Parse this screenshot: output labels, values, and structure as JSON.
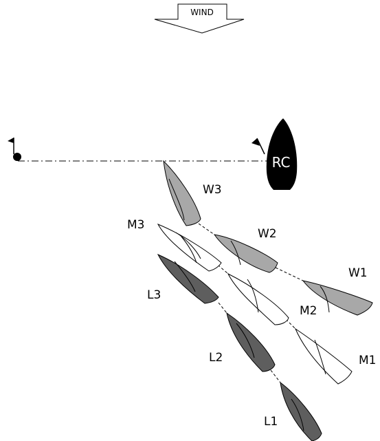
{
  "wind_label": "WIND",
  "committee_boat_label": "RC",
  "boats": [
    {
      "id": "W1",
      "label": "W1",
      "color": "#a8a8a8"
    },
    {
      "id": "W2",
      "label": "W2",
      "color": "#a8a8a8"
    },
    {
      "id": "W3",
      "label": "W3",
      "color": "#a8a8a8"
    },
    {
      "id": "M1",
      "label": "M1",
      "color": "#ffffff"
    },
    {
      "id": "M2",
      "label": "M2",
      "color": "#ffffff"
    },
    {
      "id": "M3",
      "label": "M3",
      "color": "#ffffff"
    },
    {
      "id": "L1",
      "label": "L1",
      "color": "#5e5e5e"
    },
    {
      "id": "L2",
      "label": "L2",
      "color": "#5e5e5e"
    },
    {
      "id": "L3",
      "label": "L3",
      "color": "#5e5e5e"
    }
  ],
  "icons": {
    "wind_arrow": "wind-arrow-icon",
    "pin_end_flag": "flag-icon",
    "committee_boat": "committee-boat-icon"
  }
}
